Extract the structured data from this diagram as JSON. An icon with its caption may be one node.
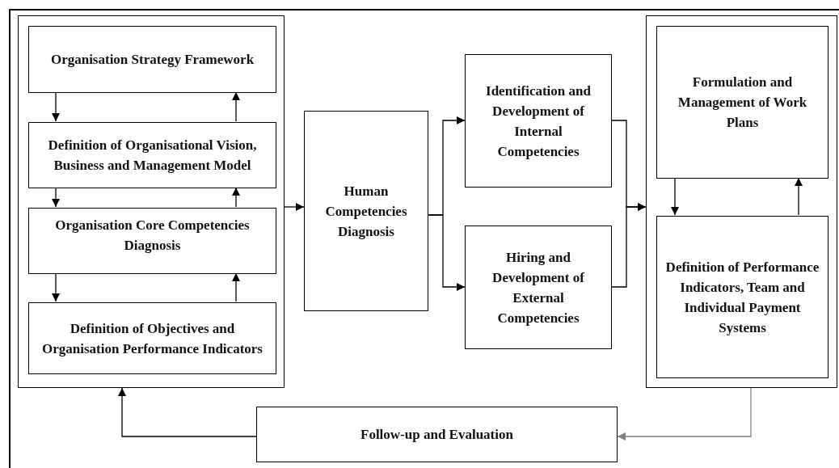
{
  "diagram": {
    "nodes": [
      {
        "text": [],
        "shape": "box"
      },
      {
        "text": [
          "Organisation Strategy Framework"
        ],
        "in": 0
      },
      {
        "text": [
          "Definition of Organisational Vision, Business and Management Model"
        ],
        "in": 0
      },
      {
        "text": [
          "Organisation Core Competencies Diagnosis"
        ],
        "in": 0
      },
      {
        "text": [
          "Definition of Objectives and Organisation Performance Indicators"
        ],
        "in": 0
      },
      {
        "text": [
          "Human Competencies Diagnosis"
        ]
      },
      {
        "text": [
          "Identification and Development of Internal Competencies"
        ]
      },
      {
        "text": [
          "Hiring and Development of External Competencies"
        ]
      },
      {
        "text": [],
        "shape": "box"
      },
      {
        "text": [
          "Formulation and Management of Work Plans"
        ],
        "in": 8
      },
      {
        "text": [
          "Definition of Performance Indicators, Team and Individual Payment Systems"
        ],
        "in": 8
      },
      {
        "text": [
          "Follow-up and Evaluation"
        ]
      }
    ],
    "edges": [
      {
        "from": 1,
        "to": 2,
        "arrow": "to"
      },
      {
        "from": 2,
        "to": 1,
        "arrow": "to"
      },
      {
        "from": 2,
        "to": 3,
        "arrow": "to"
      },
      {
        "from": 3,
        "to": 2,
        "arrow": "to"
      },
      {
        "from": 3,
        "to": 4,
        "arrow": "to"
      },
      {
        "from": 4,
        "to": 3,
        "arrow": "to"
      },
      {
        "from": 0,
        "to": 5,
        "arrow": "to"
      },
      {
        "from": 5,
        "to": 6,
        "arrow": "to"
      },
      {
        "from": 5,
        "to": 7,
        "arrow": "to"
      },
      {
        "from": 6,
        "to": 8,
        "arrow": "to"
      },
      {
        "from": 7,
        "to": 8,
        "arrow": "to"
      },
      {
        "from": 9,
        "to": 10,
        "arrow": "to"
      },
      {
        "from": 10,
        "to": 9,
        "arrow": "to"
      },
      {
        "from": 8,
        "to": 11,
        "arrow": "to",
        "color": "#808080"
      },
      {
        "from": 11,
        "to": 0,
        "arrow": "to"
      }
    ]
  }
}
